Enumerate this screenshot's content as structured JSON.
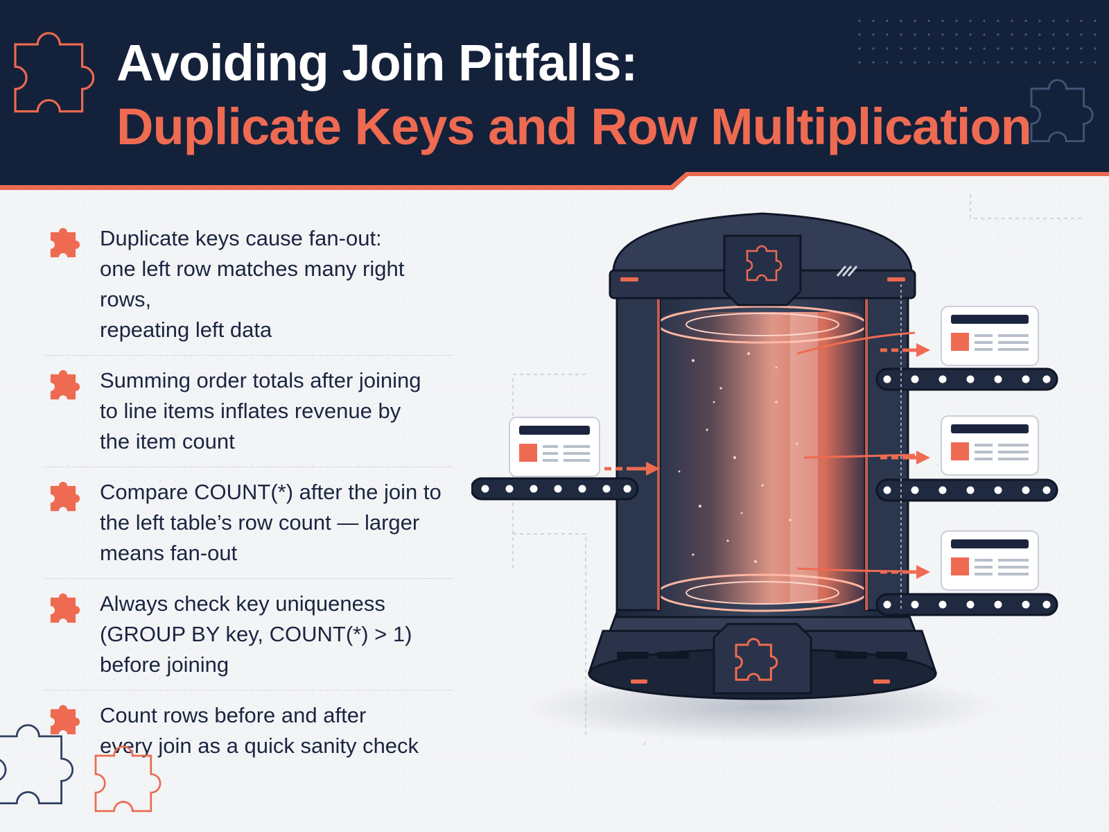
{
  "header": {
    "title_line1": "Avoiding Join Pitfalls:",
    "title_line2": "Duplicate Keys and Row Multiplication"
  },
  "bullets": [
    {
      "icon": "puzzle-piece-icon",
      "text": "Duplicate keys cause fan-out:\none left row matches many right rows,\nrepeating left data"
    },
    {
      "icon": "puzzle-piece-icon",
      "text": "Summing order totals after joining\nto line items inflates revenue by\nthe item count"
    },
    {
      "icon": "puzzle-piece-icon",
      "text": "Compare COUNT(*) after the join to\nthe left table’s row count — larger\nmeans fan-out"
    },
    {
      "icon": "puzzle-piece-icon",
      "text": "Always check key uniqueness\n(GROUP BY key, COUNT(*) > 1)\nbefore joining"
    },
    {
      "icon": "puzzle-piece-icon",
      "text": "Count rows before and after\nevery join as a quick sanity check"
    }
  ],
  "diagram": {
    "input_rows": 1,
    "output_rows": 3,
    "icons": [
      "puzzle-piece-icon",
      "join-cylinder",
      "row-card-icon",
      "conveyor-belt",
      "arrow-right-icon"
    ]
  },
  "colors": {
    "navy": "#14213a",
    "accent": "#ee6b52",
    "text": "#1b2540",
    "background": "#f3f4f6"
  }
}
